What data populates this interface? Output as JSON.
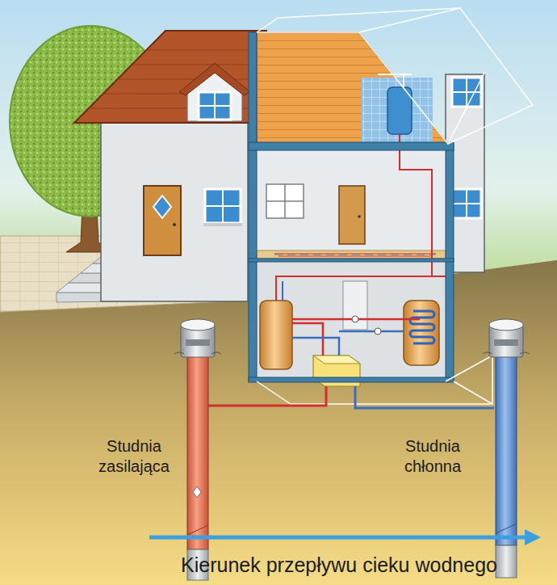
{
  "diagram": {
    "labels": [
      "Studnia zasilająca",
      "Studnia chłonna",
      "Kierunek przepływu cieku wodnego"
    ]
  }
}
